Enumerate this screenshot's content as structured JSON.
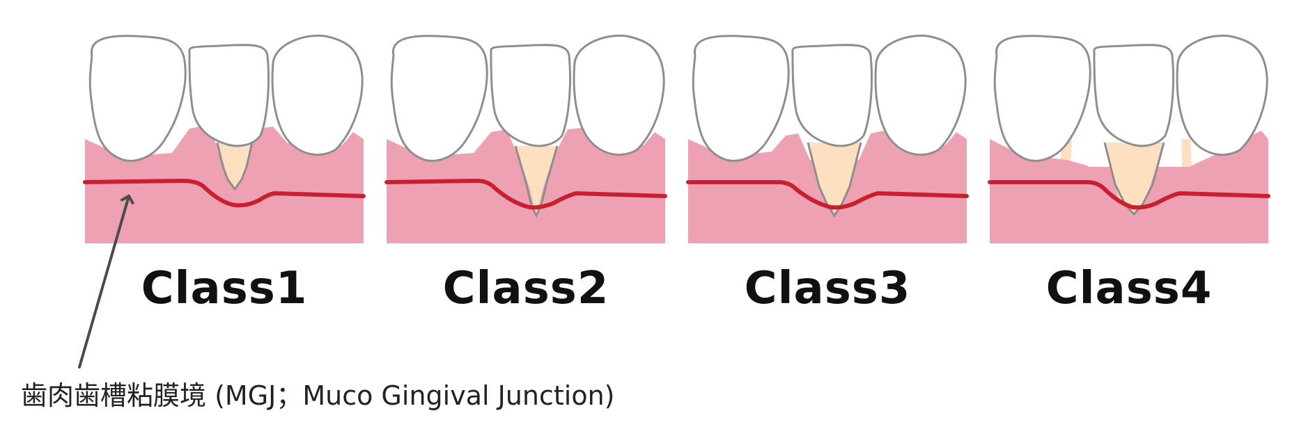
{
  "colors": {
    "gum": "#eea1b3",
    "root": "#fde0c0",
    "tooth_fill": "#ffffff",
    "tooth_outline": "#8e8e8e",
    "mgj_line": "#c8202f",
    "pointer_arrow": "#4a4a4a"
  },
  "panels": [
    {
      "label": "Class1",
      "recession": "shallow"
    },
    {
      "label": "Class2",
      "recession": "to-mgj"
    },
    {
      "label": "Class3",
      "recession": "beyond-mgj-with-interdental-loss"
    },
    {
      "label": "Class4",
      "recession": "severe-interdental-loss"
    }
  ],
  "annotation": {
    "text": "歯肉歯槽粘膜境 (MGJ；Muco Gingival Junction)"
  }
}
